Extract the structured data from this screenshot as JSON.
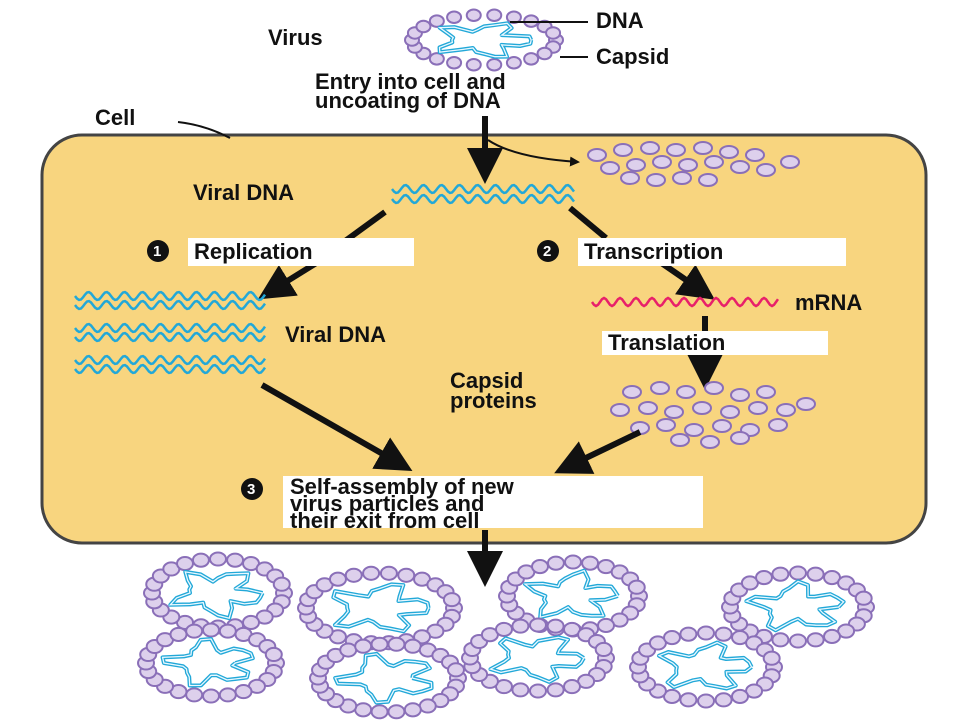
{
  "labels": {
    "virus": "Virus",
    "dna": "DNA",
    "capsid": "Capsid",
    "entry_line1": "Entry into cell and",
    "entry_line2": "uncoating of DNA",
    "cell": "Cell",
    "viral_dna_top": "Viral DNA",
    "viral_dna_mid": "Viral DNA",
    "mrna": "mRNA",
    "translation": "Translation",
    "capsid_proteins_line1": "Capsid",
    "capsid_proteins_line2": "proteins"
  },
  "steps": [
    {
      "number": "1",
      "label": "Replication"
    },
    {
      "number": "2",
      "label": "Transcription"
    },
    {
      "number": "3",
      "lines": [
        "Self-assembly of new",
        "virus particles and",
        "their exit from cell"
      ]
    }
  ],
  "colors": {
    "cell_fill": "#f8d57f",
    "cell_stroke": "#444444",
    "dna": "#22a8d8",
    "mrna": "#e8206a",
    "capsomere_fill": "#ddd0ec",
    "capsomere_stroke": "#8a6fb8",
    "arrow": "#111111"
  }
}
